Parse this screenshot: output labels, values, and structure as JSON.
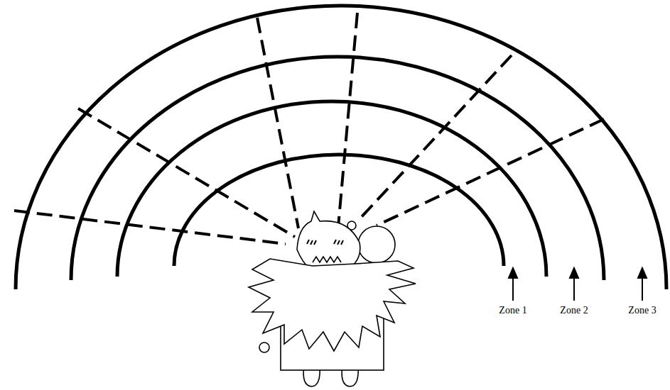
{
  "diagram": {
    "labels": [
      "Zone 1",
      "Zone 2",
      "Zone 3"
    ]
  }
}
